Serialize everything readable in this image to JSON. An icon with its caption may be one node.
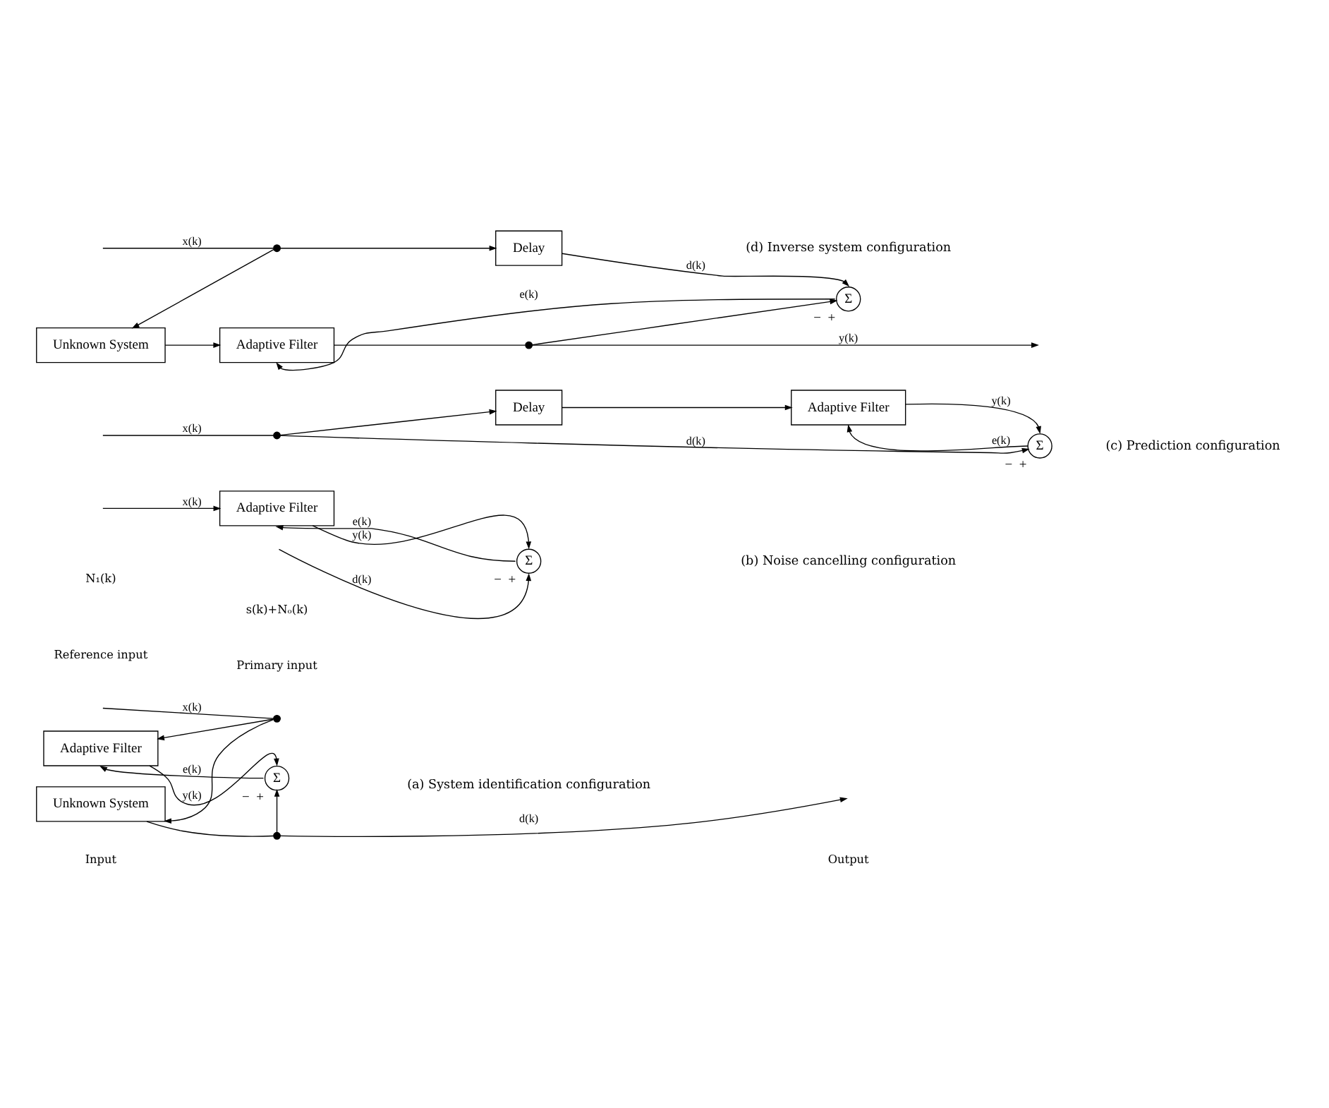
{
  "diagram": {
    "nodes": [
      {
        "text": [
          "Adaptive Filter"
        ]
      },
      {
        "text": [
          "Unknown System"
        ]
      },
      {
        "text": [
          "Σ"
        ],
        "beside": [
          "−",
          "+"
        ]
      },
      {
        "text": [],
        "shape": "dot"
      },
      {
        "text": [],
        "shape": "dot"
      },
      {
        "text": [
          "Adaptive Filter"
        ]
      },
      {
        "text": [
          "Σ"
        ],
        "beside": [
          "−",
          "+"
        ]
      },
      {
        "text": [],
        "shape": "dot"
      },
      {
        "text": [
          "Delay"
        ]
      },
      {
        "text": [
          "Adaptive Filter"
        ]
      },
      {
        "text": [
          "Σ"
        ],
        "beside": [
          "−",
          "+"
        ]
      },
      {
        "text": [
          "Unknown System"
        ]
      },
      {
        "text": [
          "Adaptive Filter"
        ]
      },
      {
        "text": [],
        "shape": "dot"
      },
      {
        "text": [
          "Σ"
        ],
        "beside": [
          "−",
          "+"
        ]
      },
      {
        "text": [],
        "shape": "dot"
      },
      {
        "text": [
          "Delay"
        ]
      }
    ],
    "edges": [
      {
        "from": null,
        "to": 3,
        "arrow": "none",
        "label": "x(k)"
      },
      {
        "from": 3,
        "to": 0,
        "arrow": "to"
      },
      {
        "from": 3,
        "to": 1,
        "arrow": "to"
      },
      {
        "from": 1,
        "to": 4,
        "arrow": "none"
      },
      {
        "from": 4,
        "to": 2,
        "arrow": "to"
      },
      {
        "from": 4,
        "to": null,
        "arrow": "to",
        "label": "d(k)"
      },
      {
        "from": 0,
        "to": 2,
        "arrow": "to",
        "label": "y(k)"
      },
      {
        "from": 2,
        "to": 0,
        "arrow": "to",
        "label": "e(k)"
      },
      {
        "from": null,
        "to": 5,
        "arrow": "to",
        "label": "x(k)"
      },
      {
        "from": 5,
        "to": 6,
        "arrow": "to",
        "label": "y(k)"
      },
      {
        "from": 6,
        "to": 5,
        "arrow": "to",
        "label": "e(k)"
      },
      {
        "from": null,
        "to": 6,
        "arrow": "to",
        "label": "d(k)"
      },
      {
        "from": null,
        "to": 7,
        "arrow": "none",
        "label": "x(k)"
      },
      {
        "from": 7,
        "to": 8,
        "arrow": "to"
      },
      {
        "from": 8,
        "to": 9,
        "arrow": "to"
      },
      {
        "from": 9,
        "to": 10,
        "arrow": "to",
        "label": "y(k)"
      },
      {
        "from": 10,
        "to": 9,
        "arrow": "to",
        "label": "e(k)"
      },
      {
        "from": 7,
        "to": 10,
        "arrow": "to",
        "label": "d(k)"
      },
      {
        "from": null,
        "to": 15,
        "arrow": "none",
        "label": "x(k)"
      },
      {
        "from": 15,
        "to": 11,
        "arrow": "to"
      },
      {
        "from": 11,
        "to": 12,
        "arrow": "to"
      },
      {
        "from": 12,
        "to": 13,
        "arrow": "none"
      },
      {
        "from": 13,
        "to": null,
        "arrow": "to",
        "label": "y(k)"
      },
      {
        "from": 13,
        "to": 14,
        "arrow": "to"
      },
      {
        "from": 14,
        "to": 12,
        "arrow": "to",
        "label": "e(k)"
      },
      {
        "from": 15,
        "to": 16,
        "arrow": "to"
      },
      {
        "from": 16,
        "to": 14,
        "arrow": "to",
        "label": "d(k)"
      }
    ],
    "labels": [
      "Input",
      "Output",
      "(a) System identification configuration",
      "N₁(k)",
      "s(k)+Nₒ(k)",
      "Reference input",
      "Primary input",
      "(b) Noise cancelling configuration",
      "(c) Prediction configuration",
      "(d) Inverse system configuration"
    ]
  }
}
